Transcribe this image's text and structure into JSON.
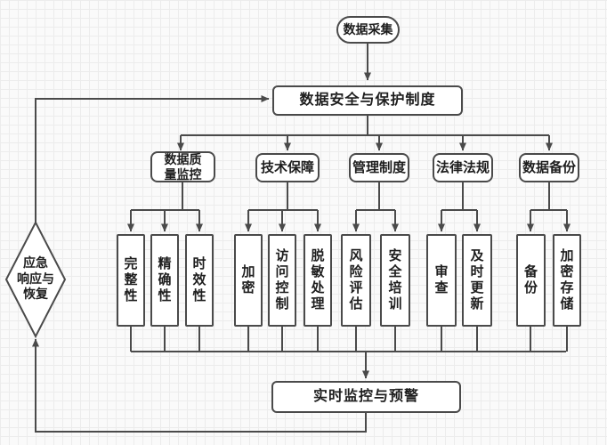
{
  "flowchart": {
    "start": {
      "label": "数据采集"
    },
    "policy": {
      "label": "数据安全与保护制度"
    },
    "branches": [
      {
        "label": "数据质\n量监控",
        "children": [
          {
            "label": "完整性"
          },
          {
            "label": "精确性"
          },
          {
            "label": "时效性"
          }
        ]
      },
      {
        "label": "技术保障",
        "children": [
          {
            "label": "加密"
          },
          {
            "label": "访问控制"
          },
          {
            "label": "脱敏处理"
          }
        ]
      },
      {
        "label": "管理制度",
        "children": [
          {
            "label": "风险评估"
          },
          {
            "label": "安全培训"
          }
        ]
      },
      {
        "label": "法律法规",
        "children": [
          {
            "label": "审查"
          },
          {
            "label": "及时更新"
          }
        ]
      },
      {
        "label": "数据备份",
        "children": [
          {
            "label": "备份"
          },
          {
            "label": "加密存储"
          }
        ]
      }
    ],
    "monitor": {
      "label": "实时监控与预警"
    },
    "emergency": {
      "label": "应急\n响应与\n恢复"
    },
    "colors": {
      "line": "#4a4a4a",
      "node_fill": "#ffffff",
      "text": "#1e1e1e",
      "grid": "#ececec"
    }
  }
}
